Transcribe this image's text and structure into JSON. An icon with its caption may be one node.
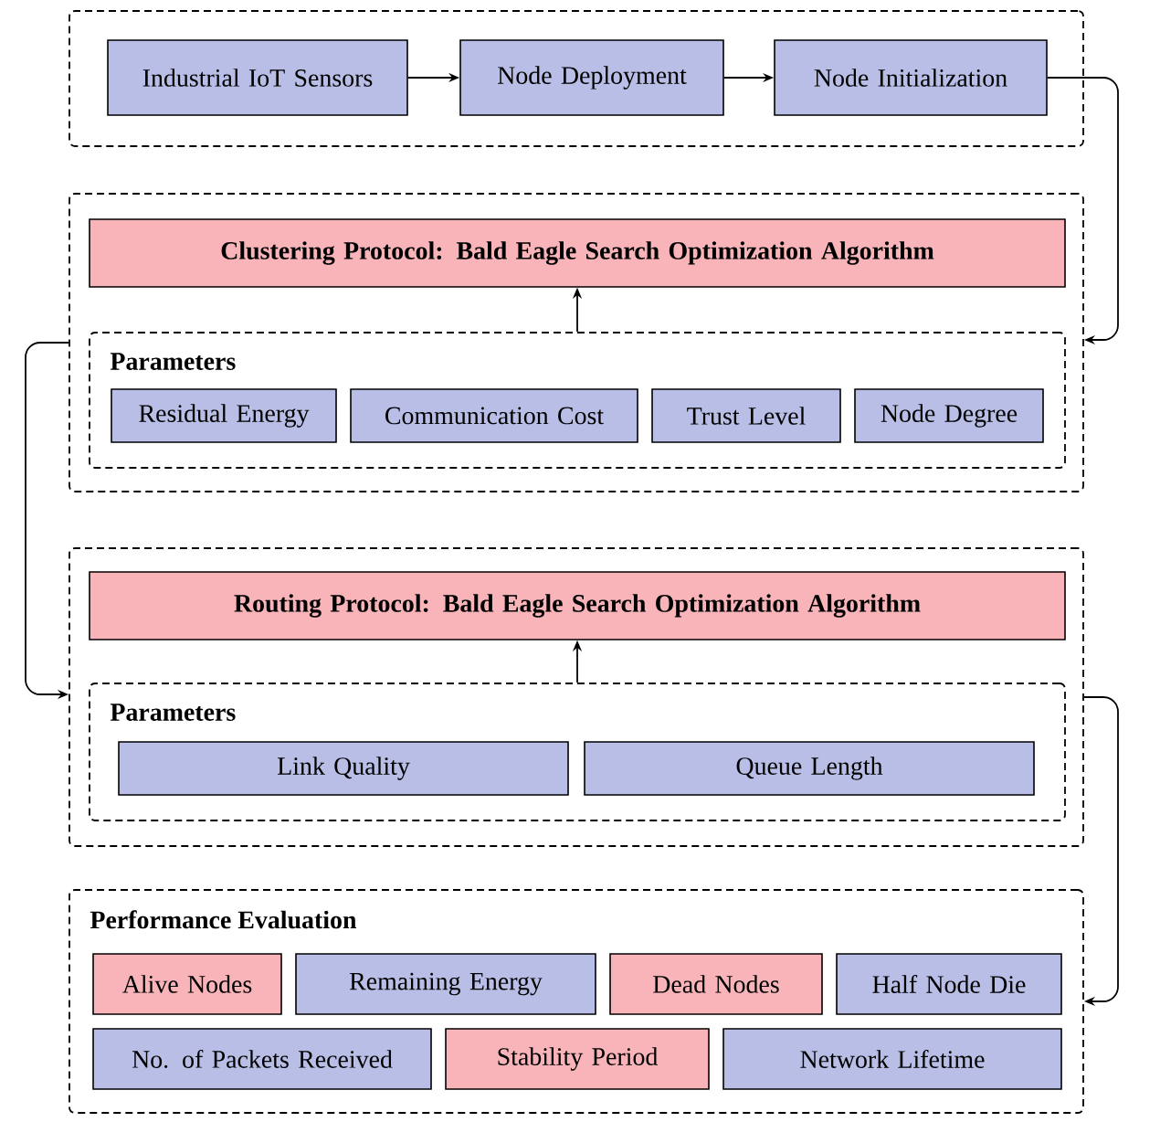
{
  "diagram": {
    "nodes": [
      {
        "text": [],
        "shape": "box"
      },
      {
        "text": [
          "Industrial IoT Sensors"
        ],
        "in": 0
      },
      {
        "text": [
          "Node Deployment"
        ],
        "in": 0
      },
      {
        "text": [
          "Node Initialization"
        ],
        "in": 0
      },
      {
        "text": [],
        "shape": "box"
      },
      {
        "text": [
          "Clustering Protocol: Bald Eagle Search Optimization Algorithm"
        ],
        "in": 4
      },
      {
        "text": [
          "Parameters"
        ],
        "in": 4
      },
      {
        "text": [
          "Residual Energy"
        ],
        "in": 6
      },
      {
        "text": [
          "Communication Cost"
        ],
        "in": 6
      },
      {
        "text": [
          "Trust Level"
        ],
        "in": 6
      },
      {
        "text": [
          "Node Degree"
        ],
        "in": 6
      },
      {
        "text": [],
        "shape": "box"
      },
      {
        "text": [
          "Routing Protocol: Bald Eagle Search Optimization Algorithm"
        ],
        "in": 11
      },
      {
        "text": [
          "Parameters"
        ],
        "in": 11
      },
      {
        "text": [
          "Link Quality"
        ],
        "in": 13
      },
      {
        "text": [
          "Queue Length"
        ],
        "in": 13
      },
      {
        "text": [
          "Performance Evaluation"
        ]
      },
      {
        "text": [
          "Alive Nodes"
        ],
        "in": 16
      },
      {
        "text": [
          "Remaining Energy"
        ],
        "in": 16
      },
      {
        "text": [
          "Dead Nodes"
        ],
        "in": 16
      },
      {
        "text": [
          "Half Node Die"
        ],
        "in": 16
      },
      {
        "text": [
          "No. of Packets Received"
        ],
        "in": 16
      },
      {
        "text": [
          "Stability Period"
        ],
        "in": 16
      },
      {
        "text": [
          "Network Lifetime"
        ],
        "in": 16
      }
    ],
    "edges": [
      {
        "from": 1,
        "to": 2,
        "arrow": "to"
      },
      {
        "from": 2,
        "to": 3,
        "arrow": "to"
      },
      {
        "from": 3,
        "to": 4,
        "arrow": "to"
      },
      {
        "from": 6,
        "to": 5,
        "arrow": "to"
      },
      {
        "from": 4,
        "to": 11,
        "arrow": "to"
      },
      {
        "from": 13,
        "to": 12,
        "arrow": "to"
      },
      {
        "from": 11,
        "to": 16,
        "arrow": "to"
      }
    ]
  }
}
